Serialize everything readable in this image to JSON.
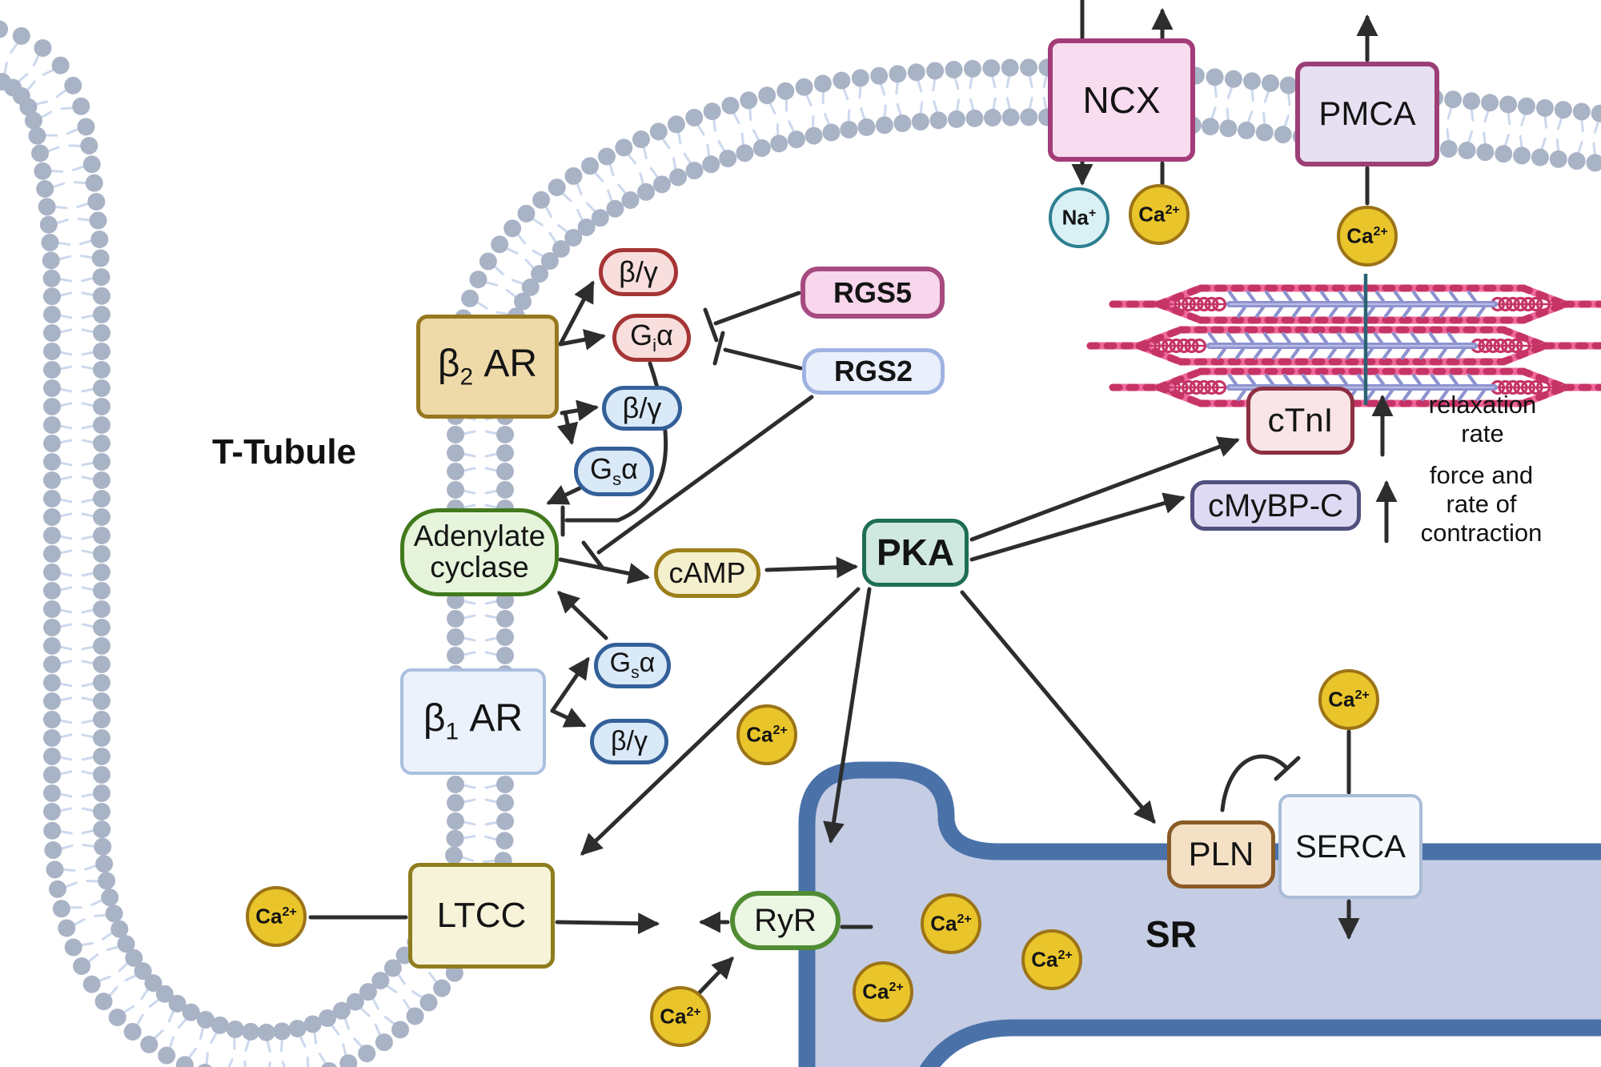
{
  "nodes": {
    "ncx": {
      "label": "NCX"
    },
    "pmca": {
      "label": "PMCA"
    },
    "beta2ar": {
      "base": "β",
      "sub": "2",
      "rest": " AR"
    },
    "beta1ar": {
      "base": "β",
      "sub": "1",
      "rest": " AR"
    },
    "beta_gamma": {
      "label": "β/γ"
    },
    "gi_alpha": {
      "pre": "G",
      "sub": "i",
      "post": "α"
    },
    "gs_alpha": {
      "pre": "G",
      "sub": "s",
      "post": "α"
    },
    "rgs5": {
      "label": "RGS5"
    },
    "rgs2": {
      "label": "RGS2"
    },
    "adenylate_cyclase": {
      "line1": "Adenylate",
      "line2": "cyclase"
    },
    "camp": {
      "label": "cAMP"
    },
    "pka": {
      "label": "PKA"
    },
    "ltcc": {
      "label": "LTCC"
    },
    "ryr": {
      "label": "RyR"
    },
    "pln": {
      "label": "PLN"
    },
    "serca": {
      "label": "SERCA"
    },
    "ctni": {
      "label": "cTnI"
    },
    "cmybpc": {
      "label": "cMyBP-C"
    },
    "sr": {
      "label": "SR"
    },
    "t_tubule": {
      "label": "T-Tubule"
    }
  },
  "ions": {
    "na": {
      "base": "Na",
      "sup": "+"
    },
    "ca": {
      "base": "Ca",
      "sup": "2+"
    }
  },
  "annotations": {
    "relaxation": [
      "relaxation",
      "rate"
    ],
    "force": [
      "force and",
      "rate of",
      "contraction"
    ]
  },
  "colors": {
    "arrow": "#2d2d2d",
    "membrane_bead": "#a9b3c6",
    "membrane_tail": "#ccd9ed",
    "ncx_fill": "#f8dcf0",
    "ncx_border": "#a33c78",
    "pmca_fill": "#e6e0f2",
    "pmca_border": "#9c3f76",
    "na_fill": "#d9f0f5",
    "na_border": "#2d7f90",
    "ca_fill": "#e9c52b",
    "ca_border": "#9c7417",
    "b2ar_fill": "#eed9a8",
    "b2ar_border": "#97771f",
    "b1ar_fill": "#ebf2fc",
    "b1ar_border": "#aabfdf",
    "red_fill": "#f8dedd",
    "red_border": "#a53434",
    "blue_fill": "#d9e9f8",
    "blue_border": "#346099",
    "rgs5_fill": "#f8d6ec",
    "rgs5_border": "#a74a80",
    "rgs2_fill": "#e9effb",
    "rgs2_border": "#9fb3e2",
    "ac_fill": "#e5f4db",
    "ac_border": "#41791c",
    "camp_fill": "#f4efcd",
    "camp_border": "#9c7f1a",
    "pka_fill": "#d0e9e0",
    "pka_border": "#1e6e55",
    "ltcc_fill": "#f6f3d9",
    "ltcc_border": "#8e7c1d",
    "ryr_fill": "#ebf6e3",
    "ryr_border": "#4f8c33",
    "sr_fill": "#c5cde4",
    "sr_border": "#4a72a9",
    "pln_fill": "#f4e1c5",
    "pln_border": "#8a5a26",
    "serca_fill": "#f3f7fc",
    "serca_border": "#a9bdd9",
    "ctni_fill": "#f9e5e7",
    "ctni_border": "#8e2f42",
    "cmybpc_fill": "#dfdaf3",
    "cmybpc_border": "#514f7e",
    "actin": "#ef6a9a",
    "actin_dark": "#c63467",
    "myosin": "#8d92cf",
    "mline": "#2a6374"
  }
}
